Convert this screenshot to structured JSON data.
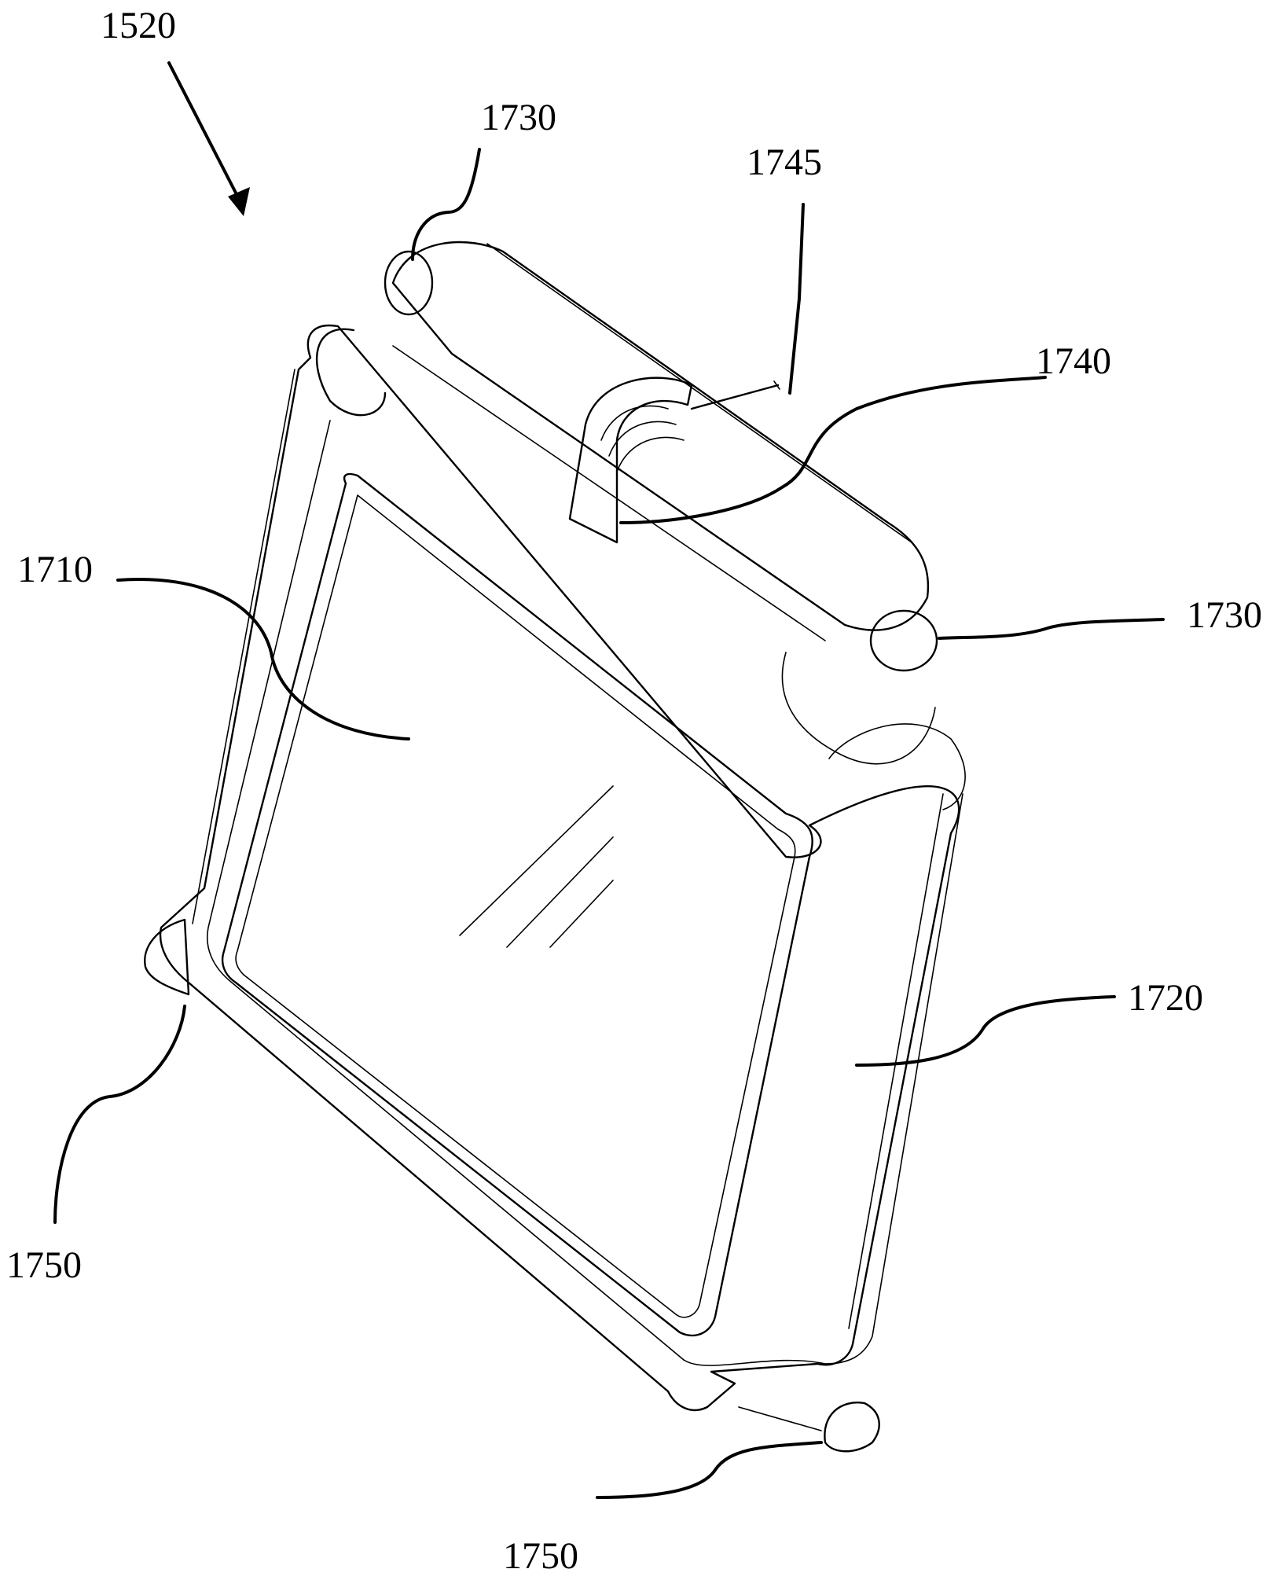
{
  "figure": {
    "labels": {
      "assembly": "1520",
      "hinge_pin_top_left": "1730",
      "hinge_pin_right": "1730",
      "spring_arm": "1745",
      "spring": "1740",
      "window_panel": "1710",
      "frame": "1720",
      "foot_left": "1750",
      "foot_bottom": "1750"
    }
  }
}
